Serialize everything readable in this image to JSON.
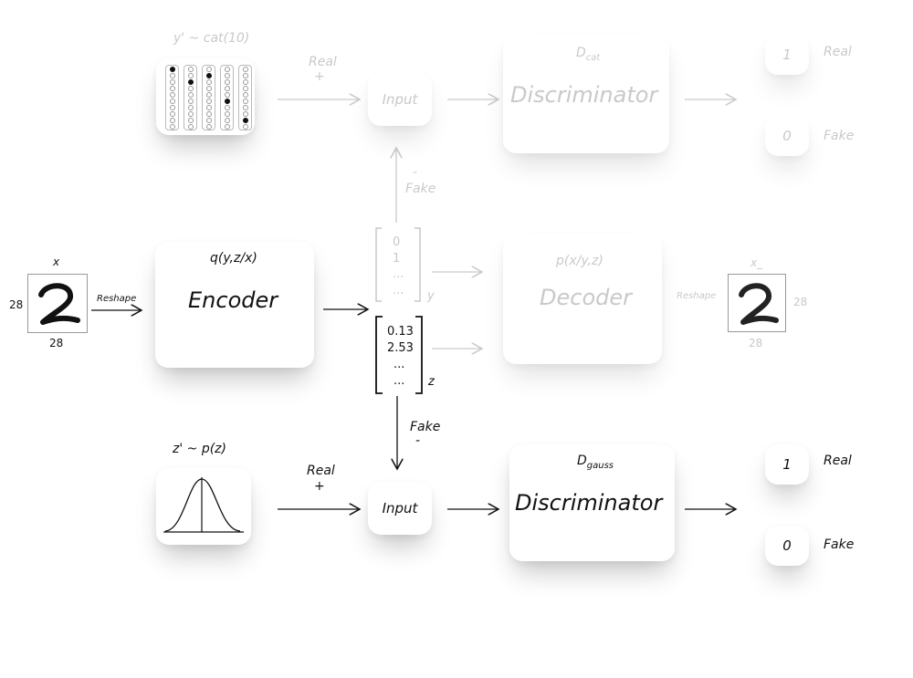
{
  "top": {
    "prior_label": "y' ~ cat(10)",
    "real_label": "Real",
    "plus": "+",
    "input_label": "Input",
    "disc_title_main": "D",
    "disc_title_sub": "cat",
    "disc_label": "Discriminator",
    "out_real_value": "1",
    "out_real_label": "Real",
    "out_fake_value": "0",
    "out_fake_label": "Fake",
    "fake_minus": "-",
    "fake_label": "Fake"
  },
  "middle": {
    "x_label": "x",
    "dim_left": "28",
    "dim_bottom": "28",
    "reshape_label": "Reshape",
    "encoder_title": "q(y,z/x)",
    "encoder_label": "Encoder",
    "y_vector": [
      "0",
      "1",
      "...",
      "..."
    ],
    "y_label": "y",
    "z_vector": [
      "0.13",
      "2.53",
      "...",
      "..."
    ],
    "z_label": "z",
    "decoder_title": "p(x/y,z)",
    "decoder_label": "Decoder",
    "reshape2_label": "Reshape",
    "xhat_label": "x_",
    "dim_right": "28",
    "dim_bottom2": "28"
  },
  "bottom": {
    "prior_label": "z' ~ p(z)",
    "real_label": "Real",
    "plus": "+",
    "fake_label": "Fake",
    "fake_minus": "-",
    "input_label": "Input",
    "disc_title_main": "D",
    "disc_title_sub": "gauss",
    "disc_label": "Discriminator",
    "out_real_value": "1",
    "out_real_label": "Real",
    "out_fake_value": "0",
    "out_fake_label": "Fake"
  },
  "onehot_columns": [
    0,
    2,
    1,
    5,
    8
  ],
  "colors": {
    "dark": "#111111",
    "faded": "#c9c9c9",
    "shadow": "#9a9a9a"
  }
}
